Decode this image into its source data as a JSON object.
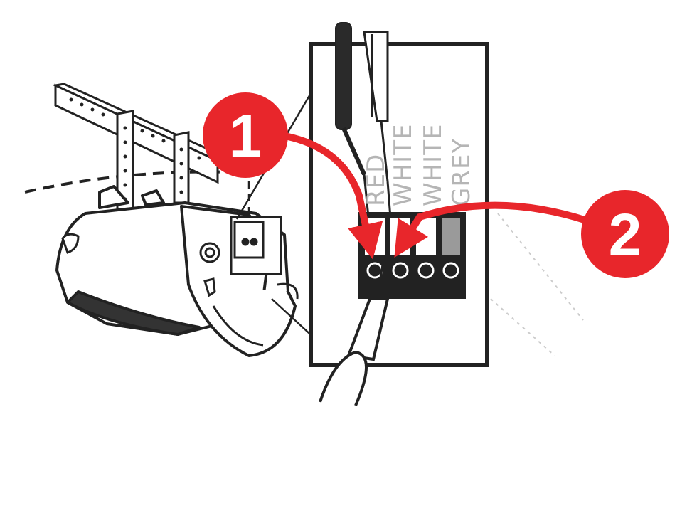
{
  "terminal_labels": {
    "red": "RED",
    "white_1": "WHITE",
    "white_2": "WHITE",
    "grey": "GREY"
  },
  "callouts": [
    {
      "number": "1"
    },
    {
      "number": "2"
    }
  ],
  "colors": {
    "callout_red": "#e8262b",
    "line_dark": "#222222",
    "label_grey": "#b5b5b5",
    "terminal_fill": "#3a3a3a"
  }
}
